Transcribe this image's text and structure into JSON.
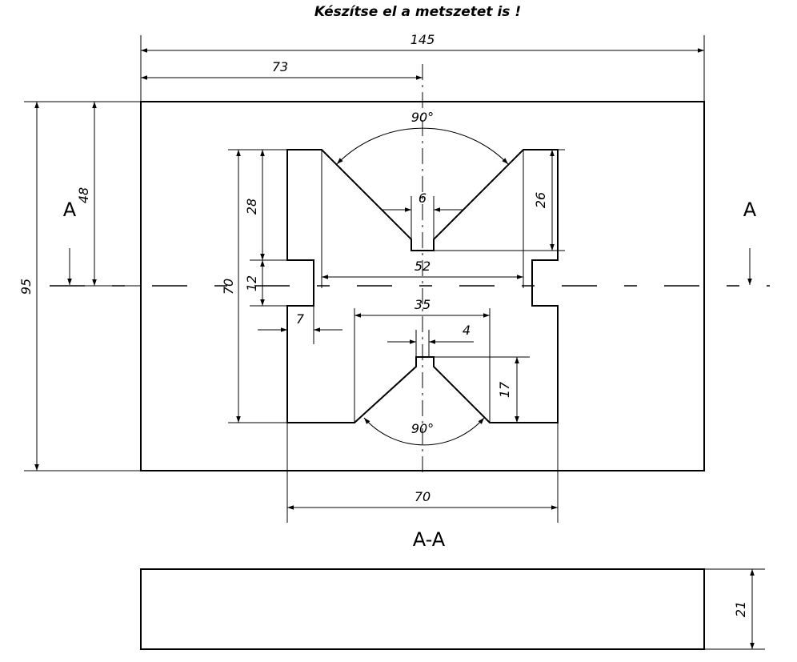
{
  "title": "Készítse el a metszetet is !",
  "dimensions": {
    "overall_width": "145",
    "half_width": "73",
    "overall_height": "95",
    "section_offset": "48",
    "inner_height": "70",
    "upper_depth": "28",
    "step_height": "12",
    "step_width": "7",
    "top_slot_width": "6",
    "right_depth": "26",
    "inner_width": "52",
    "lower_width": "35",
    "lower_slot_width": "4",
    "lower_depth": "17",
    "bottom_width": "70",
    "thickness": "21",
    "upper_angle": "90°",
    "lower_angle": "90°"
  },
  "labels": {
    "section_left": "A",
    "section_right": "A",
    "section_view": "A-A"
  }
}
